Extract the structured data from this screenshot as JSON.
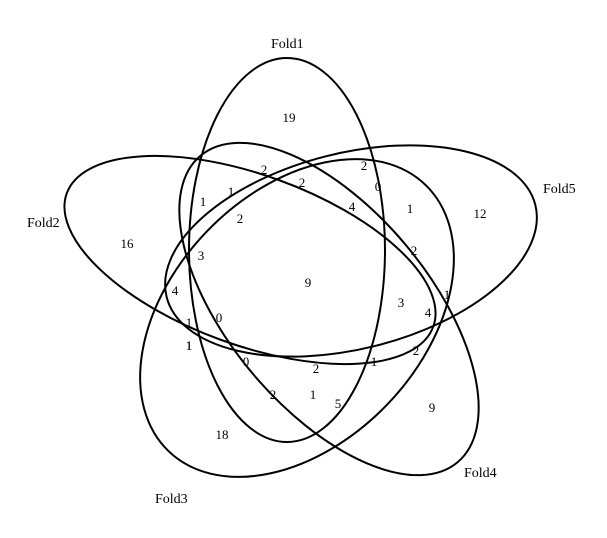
{
  "sets": [
    {
      "key": "fold1",
      "label": "Fold1"
    },
    {
      "key": "fold2",
      "label": "Fold2"
    },
    {
      "key": "fold3",
      "label": "Fold3"
    },
    {
      "key": "fold4",
      "label": "Fold4"
    },
    {
      "key": "fold5",
      "label": "Fold5"
    }
  ],
  "counts": {
    "fold1_only": "19",
    "fold2_only": "16",
    "fold3_only": "18",
    "fold4_only": "9",
    "fold5_only": "12",
    "all_five": "9",
    "r01": "2",
    "r02": "2",
    "r03": "2",
    "r04": "0",
    "r05": "1",
    "r06": "1",
    "r07": "4",
    "r08": "1",
    "r09": "2",
    "r10": "3",
    "r11": "4",
    "r12": "1",
    "r13": "0",
    "r14": "1",
    "r15": "2",
    "r16": "1",
    "r17": "3",
    "r18": "4",
    "r19": "1",
    "r20": "2",
    "r21": "0",
    "r22": "2",
    "r23": "1",
    "r24": "2",
    "r25": "1",
    "r26": "5"
  },
  "colors": {
    "stroke": "#000000",
    "background": "#ffffff"
  }
}
